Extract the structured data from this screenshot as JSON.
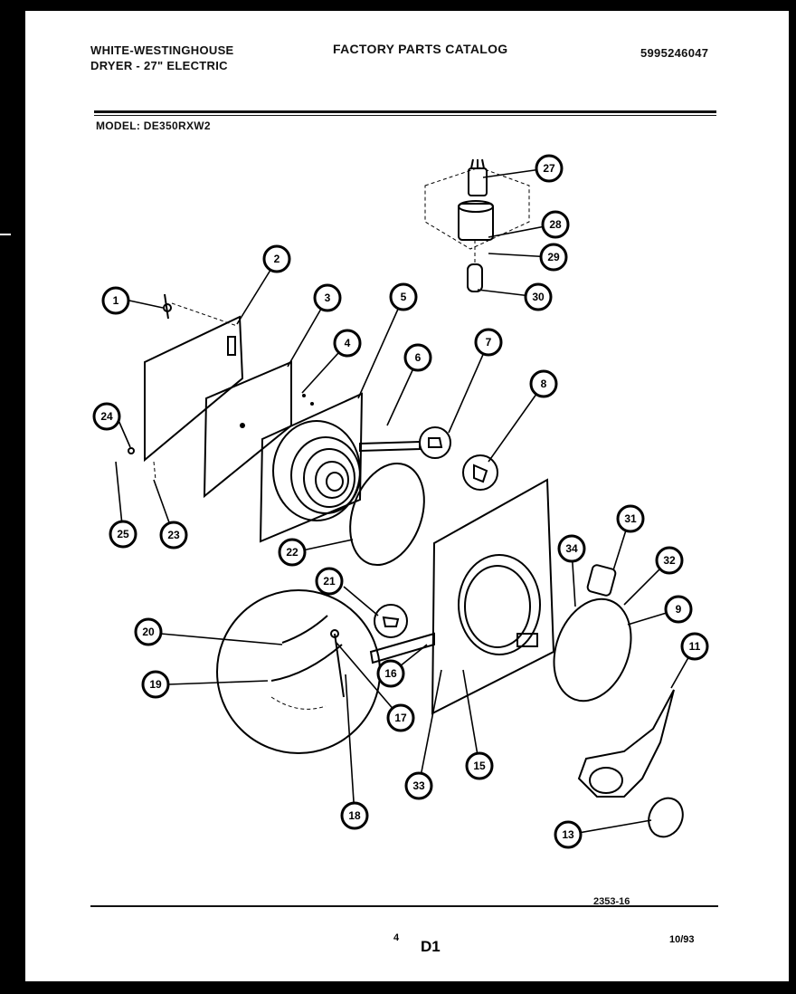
{
  "header": {
    "brand": "WHITE-WESTINGHOUSE",
    "product": "DRYER - 27\" ELECTRIC",
    "catalog_title": "FACTORY PARTS CATALOG",
    "doc_number": "5995246047",
    "model_label": "MODEL:",
    "model_number": "DE350RXW2"
  },
  "footer": {
    "drawing_number": "2353-16",
    "page_number": "4",
    "section": "D1",
    "date": "10/93"
  },
  "callouts": {
    "c1": "1",
    "c2": "2",
    "c3": "3",
    "c4": "4",
    "c5": "5",
    "c6": "6",
    "c7": "7",
    "c8": "8",
    "c9": "9",
    "c11": "11",
    "c13": "13",
    "c15": "15",
    "c16": "16",
    "c17": "17",
    "c18": "18",
    "c19": "19",
    "c20": "20",
    "c21": "21",
    "c22": "22",
    "c23": "23",
    "c24": "24",
    "c25": "25",
    "c27": "27",
    "c28": "28",
    "c29": "29",
    "c30": "30",
    "c31": "31",
    "c32": "32",
    "c33": "33",
    "c34": "34"
  }
}
